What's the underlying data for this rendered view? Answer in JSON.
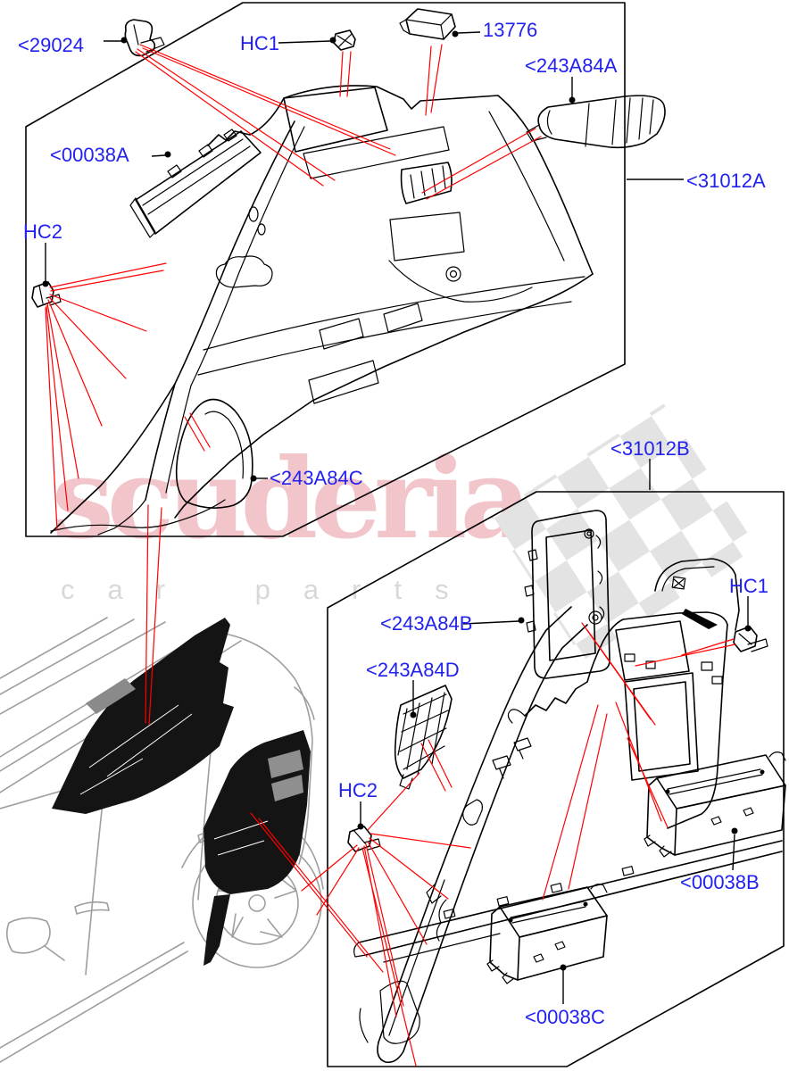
{
  "watermark": {
    "brand": "scuderia",
    "tagline": "car parts",
    "brand_color": "#f2c5cb",
    "tagline_color": "#d8d8d8",
    "checker_color": "#e3e3e3"
  },
  "colors": {
    "callout_blue": "#2222f0",
    "leader_line_red": "#ff0000",
    "artwork_black": "#000000",
    "vehicle_gray": "#9e9e9e"
  },
  "callouts": {
    "c29024": "<29024",
    "hc1_top": "HC1",
    "n13776": "13776",
    "c243a84a": "<243A84A",
    "c31012a": "<31012A",
    "c00038a": "<00038A",
    "hc2_left": "HC2",
    "c243a84c": "<243A84C",
    "c31012b": "<31012B",
    "c243a84b": "<243A84B",
    "c243a84d": "<243A84D",
    "hc1_right": "HC1",
    "hc2_bottom": "HC2",
    "c00038b": "<00038B",
    "c00038c": "<00038C"
  }
}
